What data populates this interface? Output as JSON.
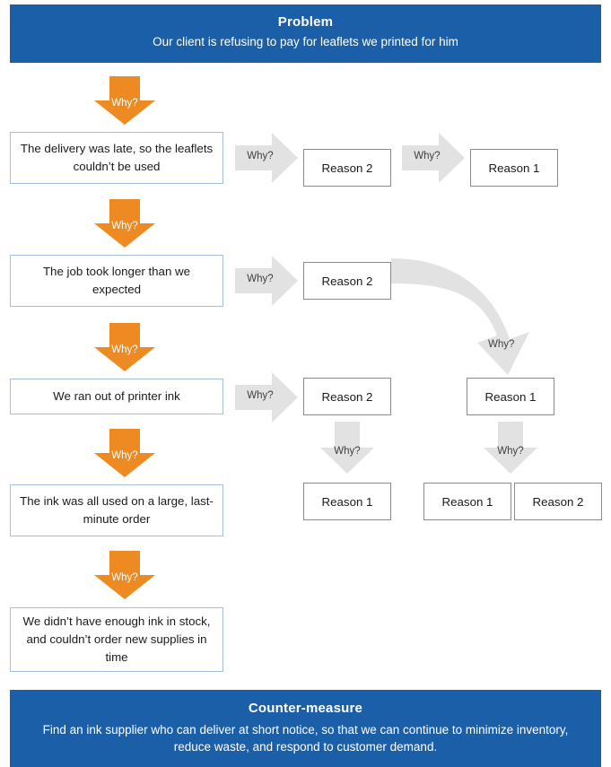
{
  "problem": {
    "title": "Problem",
    "subtitle": "Our client is refusing to pay for leaflets we printed for him"
  },
  "counter_measure": {
    "title": "Counter-measure",
    "subtitle": "Find an ink supplier who can deliver at short notice, so that we can continue to minimize inventory, reduce waste, and respond to customer demand."
  },
  "why_label": "Why?",
  "why_chain": [
    {
      "text": "The delivery was late, so the leaflets couldn’t be used"
    },
    {
      "text": "The job took longer than we expected"
    },
    {
      "text": "We ran out of printer ink"
    },
    {
      "text": "The ink was all used on a large, last-minute order"
    },
    {
      "text": "We didn’t have enough ink in stock, and couldn’t order new supplies in time"
    }
  ],
  "reasons": {
    "row1_a": "Reason 2",
    "row1_b": "Reason 1",
    "row2_a": "Reason 2",
    "row3_a": "Reason 2",
    "row3_b": "Reason 1",
    "row4_a": "Reason 1",
    "row4_b": "Reason 1",
    "row4_c": "Reason 2"
  },
  "colors": {
    "banner_blue": "#1B5FA8",
    "arrow_orange": "#ED8B22",
    "arrow_gray": "#E2E2E2",
    "why_box_border": "#A7C0DA",
    "reason_box_border": "#8B8B8B",
    "background": "#FFFFFF"
  }
}
